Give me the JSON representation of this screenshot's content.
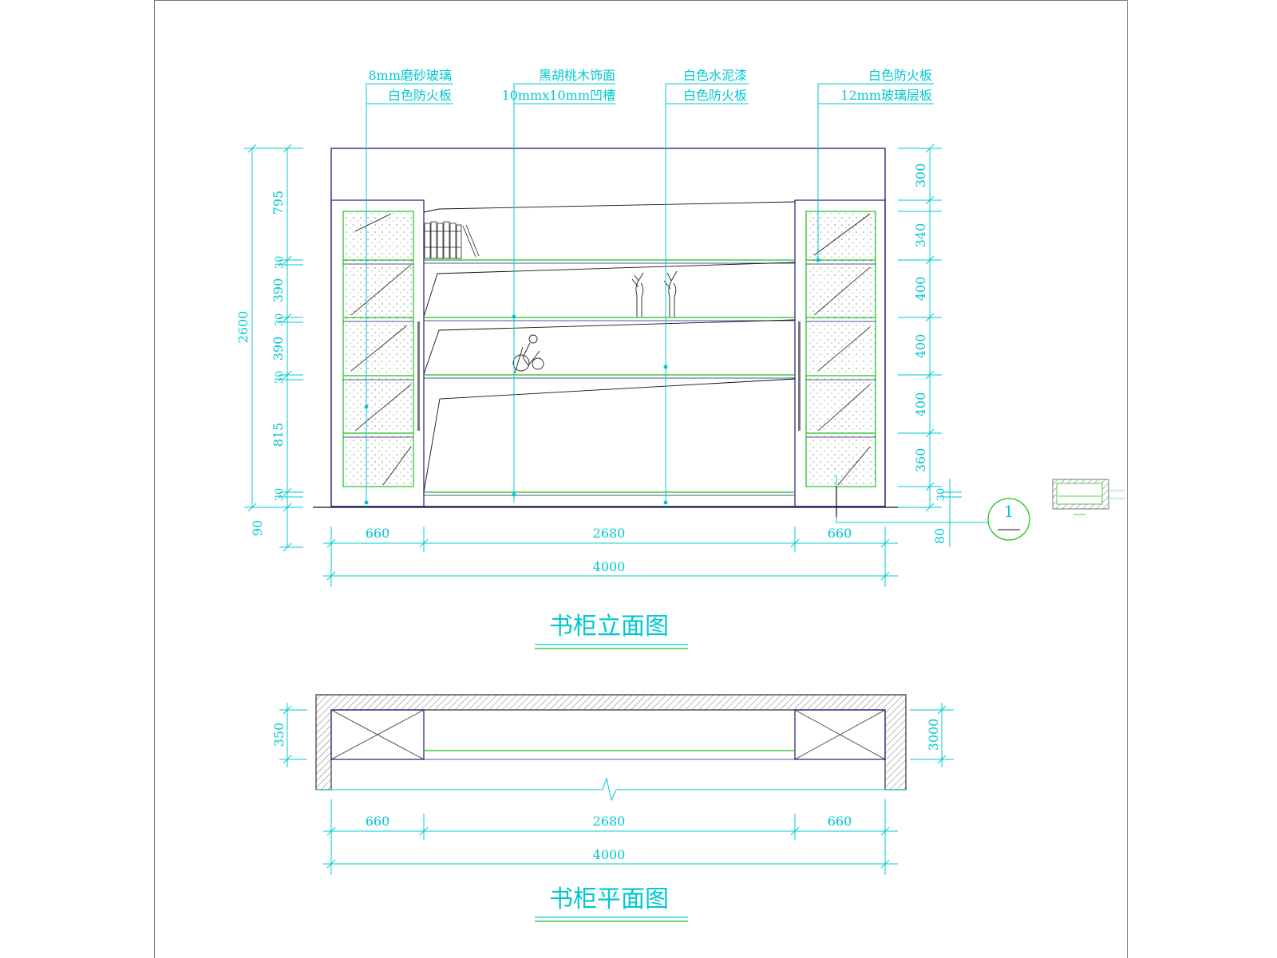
{
  "colors": {
    "cyan": "#00c8d0",
    "green": "#1fc01f",
    "navy": "#1a1a7a",
    "black": "#111111",
    "frame": "#7a7a7a"
  },
  "annotations": {
    "a1_line1": "8mm磨砂玻璃",
    "a1_line2": "白色防火板",
    "a2_line1": "黑胡桃木饰面",
    "a2_line2": "10mmx10mm凹槽",
    "a3_line1": "白色水泥漆",
    "a3_line2": "白色防火板",
    "a4_line1": "白色防火板",
    "a4_line2": "12mm玻璃层板"
  },
  "elevation": {
    "title": "书柜立面图",
    "left_dims": {
      "total": "2600",
      "d795": "795",
      "d30a": "30",
      "d390a": "390",
      "d30b": "30",
      "d390b": "390",
      "d30c": "30",
      "d815": "815",
      "d30d": "30",
      "d90": "90"
    },
    "right_dims": {
      "d300": "300",
      "d340": "340",
      "d400a": "400",
      "d400b": "400",
      "d400c": "400",
      "d360": "360",
      "d30": "30",
      "d80": "80"
    },
    "bottom_dims": {
      "left": "660",
      "mid": "2680",
      "right": "660",
      "total": "4000"
    },
    "section_mark": "1"
  },
  "plan": {
    "title": "书柜平面图",
    "left_dim": "350",
    "right_dim": "3000",
    "bottom_dims": {
      "left": "660",
      "mid": "2680",
      "right": "660",
      "total": "4000"
    }
  }
}
